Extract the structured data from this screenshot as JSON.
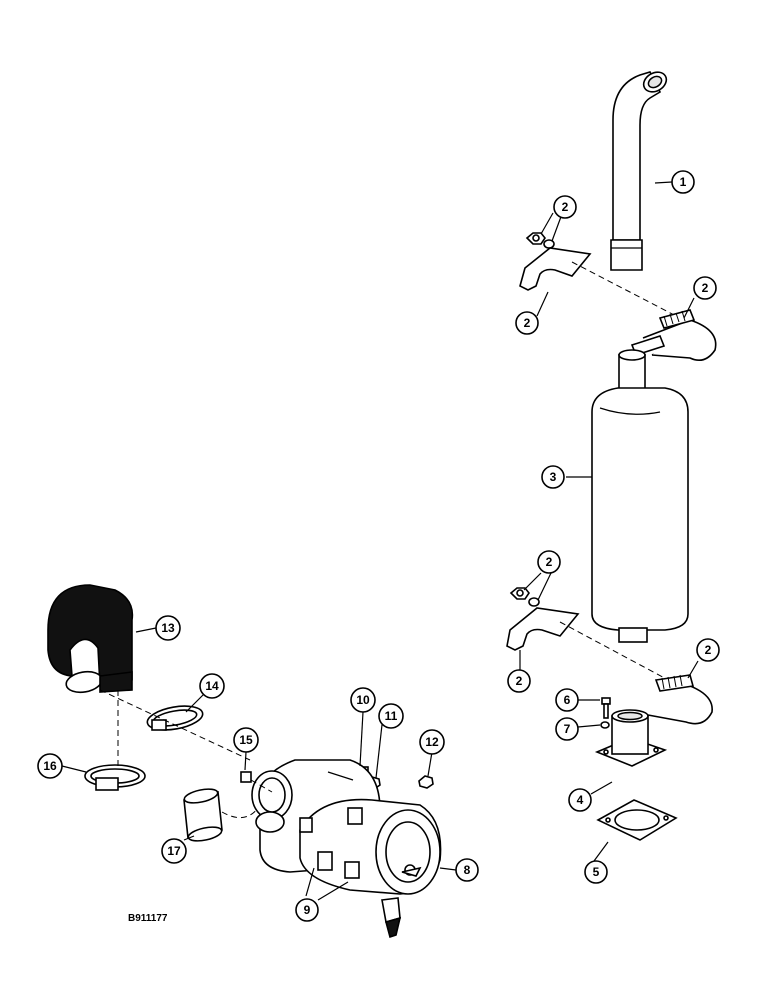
{
  "figure_code": "B911177",
  "callouts": [
    {
      "label": "1"
    },
    {
      "label": "2"
    },
    {
      "label": "2"
    },
    {
      "label": "2"
    },
    {
      "label": "3"
    },
    {
      "label": "2"
    },
    {
      "label": "2"
    },
    {
      "label": "2"
    },
    {
      "label": "6"
    },
    {
      "label": "7"
    },
    {
      "label": "4"
    },
    {
      "label": "5"
    },
    {
      "label": "13"
    },
    {
      "label": "14"
    },
    {
      "label": "16"
    },
    {
      "label": "10"
    },
    {
      "label": "11"
    },
    {
      "label": "15"
    },
    {
      "label": "12"
    },
    {
      "label": "17"
    },
    {
      "label": "8"
    },
    {
      "label": "9"
    }
  ]
}
